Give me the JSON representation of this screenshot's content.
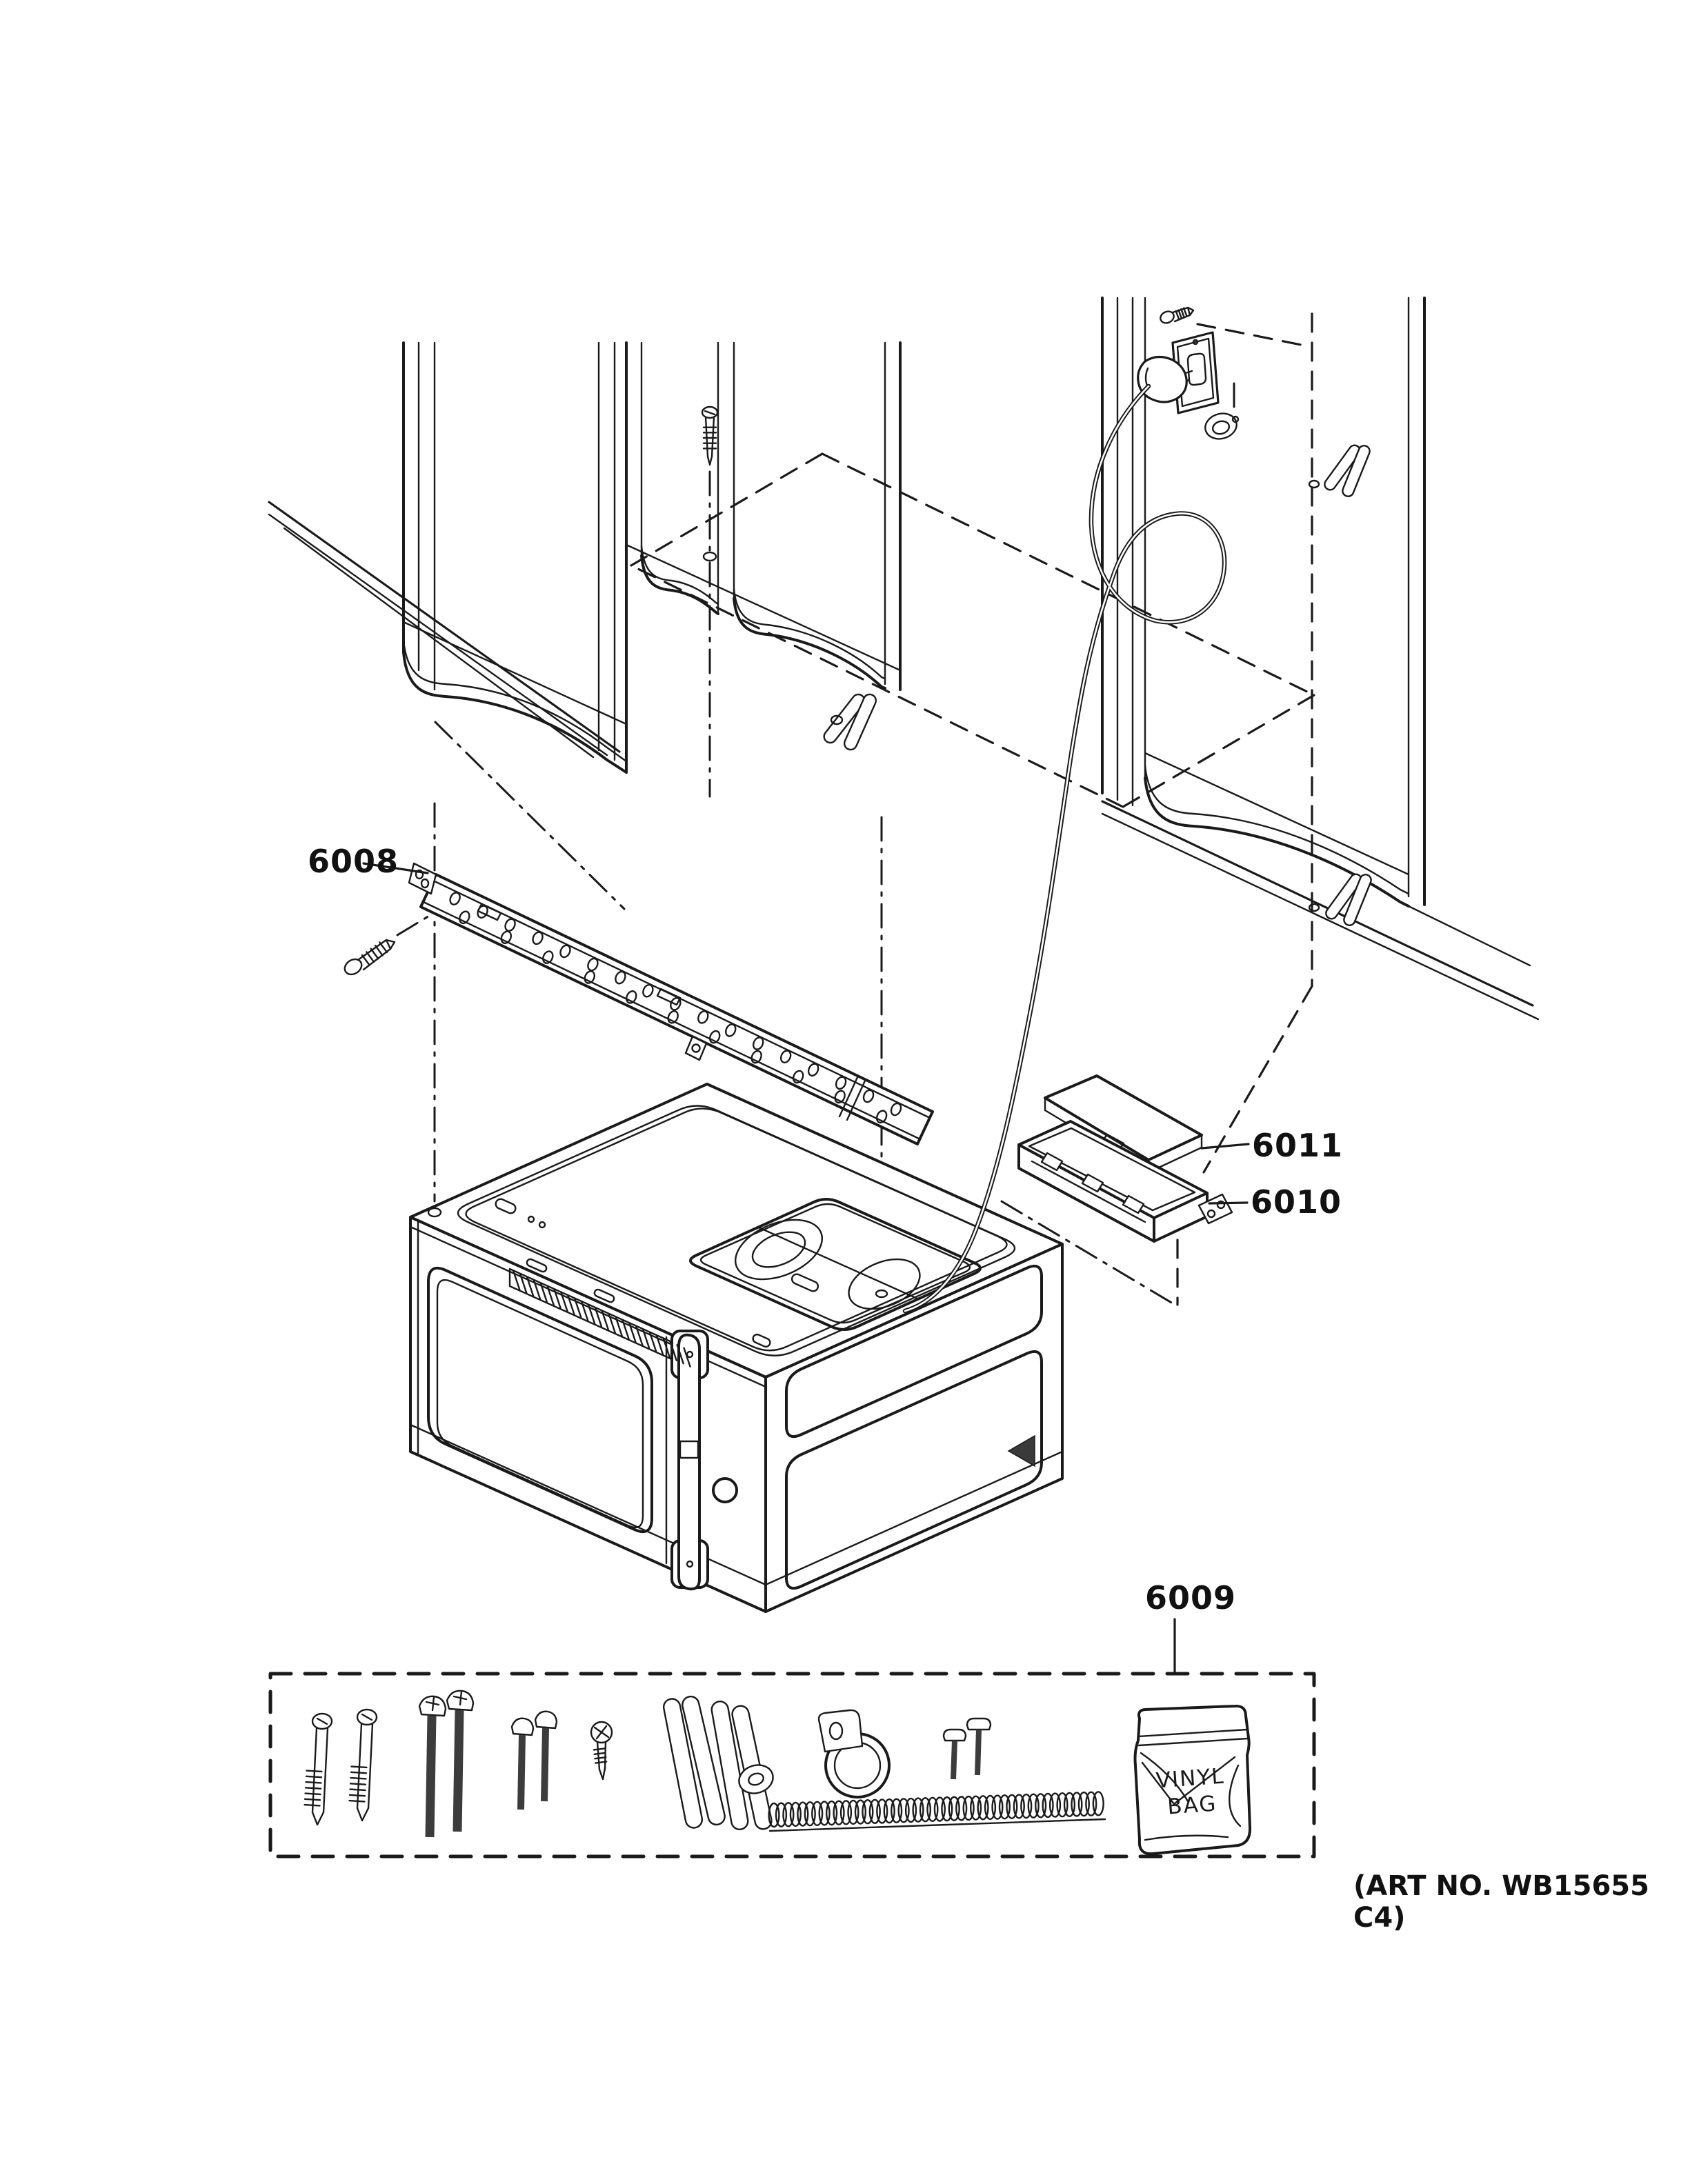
{
  "diagram": {
    "callouts": {
      "bracket": "6008",
      "hardware_kit": "6009",
      "damper_body": "6010",
      "damper_flap": "6011"
    },
    "art_no": "(ART NO. WB15655 C4)",
    "vinyl_bag_label": {
      "line1": "VINYL",
      "line2": "BAG"
    },
    "colors": {
      "line": "#1a1a1a",
      "background": "#ffffff"
    }
  }
}
